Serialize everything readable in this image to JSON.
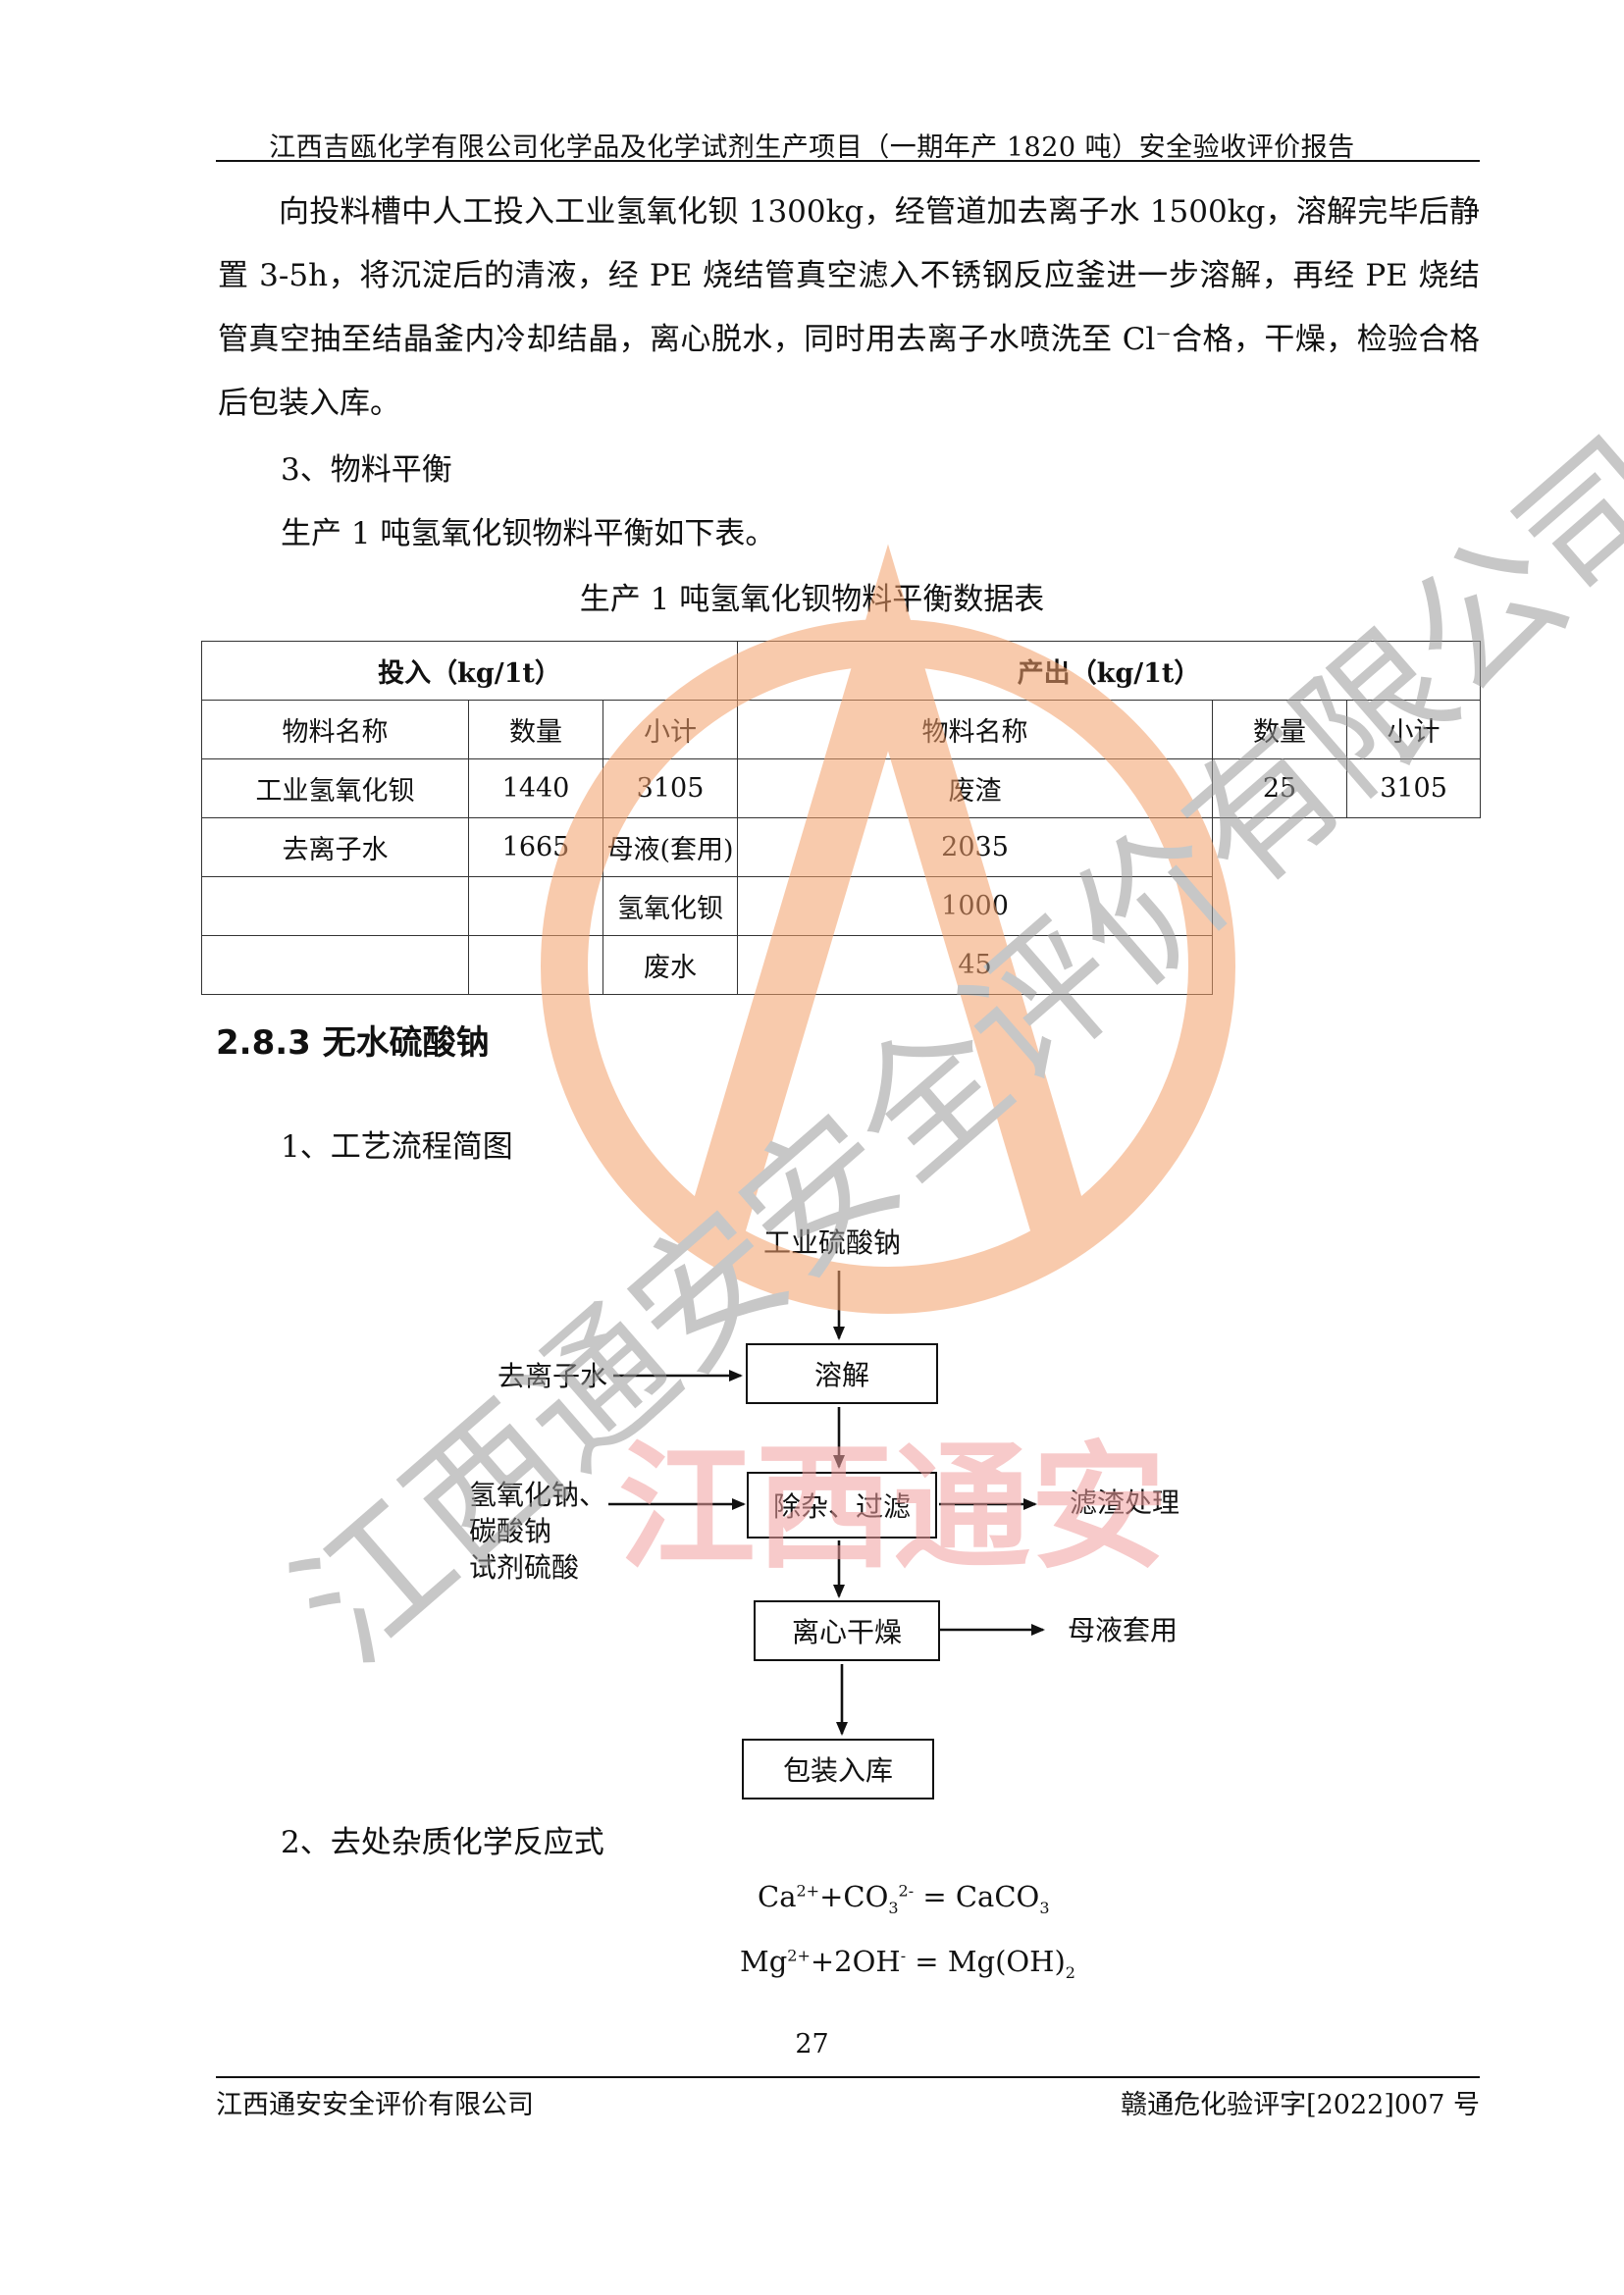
{
  "header": {
    "title": "江西吉瓯化学有限公司化学品及化学试剂生产项目（一期年产 1820 吨）安全验收评价报告"
  },
  "intro_paragraph": "向投料槽中人工投入工业氢氧化钡 1300kg，经管道加去离子水 1500kg，溶解完毕后静置 3-5h，将沉淀后的清液，经 PE 烧结管真空滤入不锈钢反应釜进一步溶解，再经 PE 烧结管真空抽至结晶釜内冷却结晶，离心脱水，同时用去离子水喷洗至 Cl⁻合格，干燥，检验合格后包装入库。",
  "material_balance_heading": "3、物料平衡",
  "material_balance_sentence": "生产 1 吨氢氧化钡物料平衡如下表。",
  "table_caption": "生产 1 吨氢氧化钡物料平衡数据表",
  "balance_table": {
    "input_header": "投入（kg/1t）",
    "output_header": "产出（kg/1t）",
    "col_headers": {
      "name": "物料名称",
      "quantity": "数量",
      "subtotal": "小计"
    },
    "inputs": [
      {
        "name": "工业氢氧化钡",
        "quantity": "1440"
      },
      {
        "name": "去离子水",
        "quantity": "1665"
      },
      {
        "name": "",
        "quantity": ""
      },
      {
        "name": "",
        "quantity": ""
      }
    ],
    "input_subtotal": "3105",
    "outputs": [
      {
        "name": "废渣",
        "quantity": "25"
      },
      {
        "name": "母液(套用)",
        "quantity": "2035"
      },
      {
        "name": "氢氧化钡",
        "quantity": "1000"
      },
      {
        "name": "废水",
        "quantity": "45"
      }
    ],
    "output_subtotal": "3105"
  },
  "section_heading": "2.8.3 无水硫酸钠",
  "flow_heading": "1、工艺流程简图",
  "flow": {
    "raw_material": "工业硫酸钠",
    "dissolve": "溶解",
    "deionized_water": "去离子水",
    "purify_filter": "除杂、过滤",
    "reagents": [
      "氢氧化钠、",
      "碳酸钠",
      "试剂硫酸"
    ],
    "filter_residue": "滤渣处理",
    "centrifuge_dry": "离心干燥",
    "mother_liquor": "母液套用",
    "package": "包装入库"
  },
  "reaction_heading": "2、去处杂质化学反应式",
  "formulas": {
    "f1": {
      "a": "Ca",
      "a_sup": "2+",
      "b": "+CO",
      "b_sub": "3",
      "b_sup": "2-",
      "eq": " = CaCO",
      "eq_sub": "3"
    },
    "f2": {
      "a": "Mg",
      "a_sup": "2+",
      "b": "+2OH",
      "b_sup": "-",
      "eq": " = Mg(OH)",
      "eq_sub": "2"
    }
  },
  "page_number": "27",
  "footer": {
    "company": "江西通安安全评价有限公司",
    "doc_number": "赣通危化验评字[2022]007 号"
  },
  "watermark": {
    "diagonal_text": "江西通安安全评价有限公司",
    "logo_text": "江西通安",
    "colors": {
      "orange": "#f4a06a",
      "pink": "#f2a0a0",
      "blue": "#a8d4ee",
      "gray": "#9a9a9a"
    }
  }
}
